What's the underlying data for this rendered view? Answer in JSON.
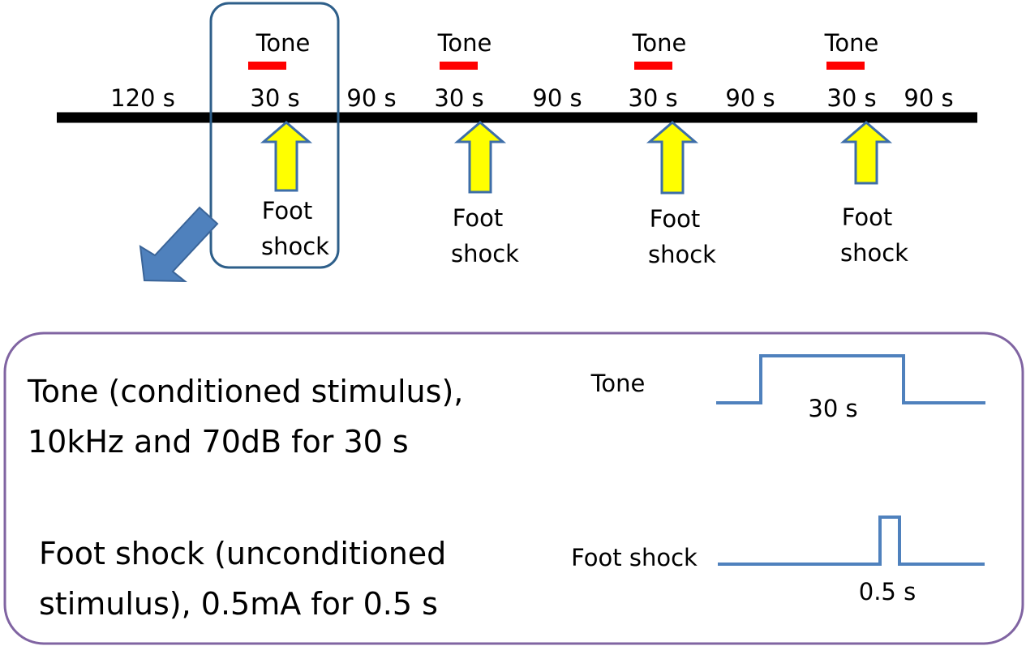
{
  "timeline": {
    "segments": [
      "120 s",
      "30 s",
      "90 s",
      "30 s",
      "90 s",
      "30 s",
      "90 s",
      "30 s",
      "90 s"
    ],
    "tone_label": "Tone",
    "shock_label_line1": "Foot",
    "shock_label_line2": "shock",
    "trial_count": 4
  },
  "detail": {
    "tone_description_line1": "Tone (conditioned stimulus),",
    "tone_description_line2": "10kHz and 70dB for 30 s",
    "shock_description_line1": "Foot shock (unconditioned",
    "shock_description_line2": "stimulus), 0.5mA for 0.5 s",
    "tone_wave_label": "Tone",
    "tone_wave_duration": "30 s",
    "shock_wave_label": "Foot shock",
    "shock_wave_duration": "0.5 s"
  },
  "colors": {
    "timeline": "#000000",
    "tone_bar": "#ff0000",
    "arrow_fill": "#ffff00",
    "arrow_stroke": "#3d6ea8",
    "highlight_box": "#2e5f8a",
    "pointer_arrow": "#4f81bd",
    "detail_box": "#8064a2",
    "waveform": "#4f81bd"
  }
}
